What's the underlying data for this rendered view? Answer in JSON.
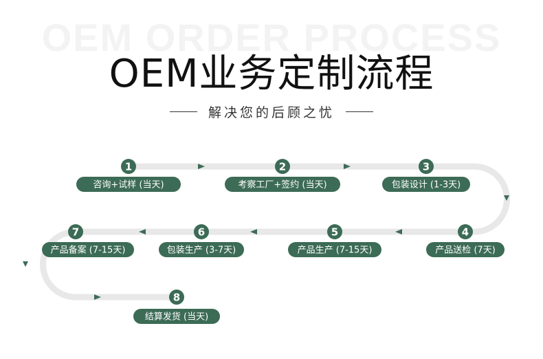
{
  "header": {
    "watermark": "OEM ORDER PROCESS",
    "title": "OEM业务定制流程",
    "subtitle": "解决您的后顾之忧"
  },
  "colors": {
    "accent": "#3c6b56",
    "track": "#e8e8e8",
    "text_dark": "#111111"
  },
  "steps": [
    {
      "number": "1",
      "label": "咨询+试样 (当天)"
    },
    {
      "number": "2",
      "label": "考察工厂+签约 (当天)"
    },
    {
      "number": "3",
      "label": "包装设计 (1-3天)"
    },
    {
      "number": "4",
      "label": "产品送检 (7天)"
    },
    {
      "number": "5",
      "label": "产品生产 (7-15天)"
    },
    {
      "number": "6",
      "label": "包装生产 (3-7天)"
    },
    {
      "number": "7",
      "label": "产品备案 (7-15天)"
    },
    {
      "number": "8",
      "label": "结算发货 (当天)"
    }
  ]
}
